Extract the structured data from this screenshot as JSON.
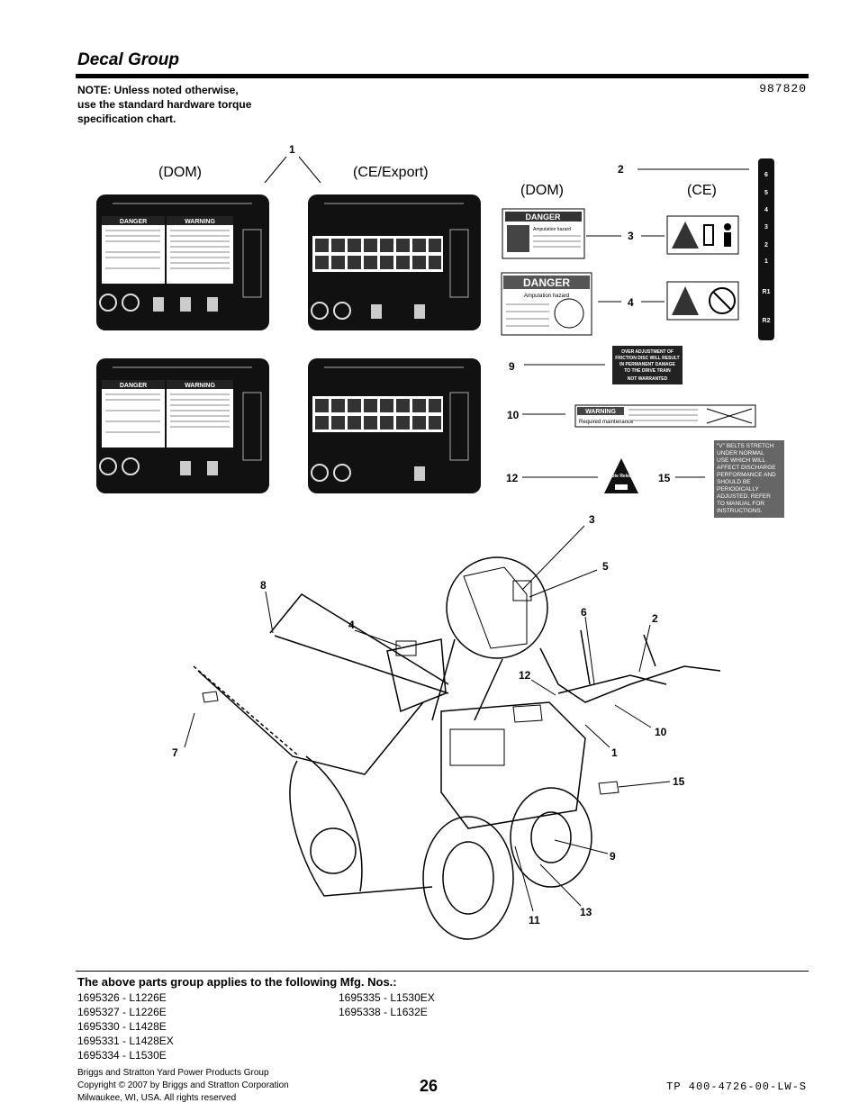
{
  "header": {
    "title": "Decal Group",
    "note_lines": [
      "NOTE: Unless noted otherwise,",
      "use the standard hardware torque",
      "specification chart."
    ],
    "doc_number": "987820"
  },
  "diagram": {
    "group_labels": {
      "dom_top": "(DOM)",
      "ce_export": "(CE/Export)",
      "dom_right": "(DOM)",
      "ce_right": "(CE)"
    },
    "decal_text": {
      "danger": "DANGER",
      "warning": "WARNING",
      "amputation_hazard": "Amputation hazard",
      "required_maintenance": "Required maintenance",
      "chute_release": "Chute Release",
      "label_9_lines": [
        "OVER ADJUSTMENT OF",
        "FRICTION DISC WILL RESULT",
        "IN PERMANENT DAMAGE",
        "TO THE DRIVE TRAIN",
        "NOT WARRANTED"
      ],
      "label_15_lines": [
        "\"V\" BELTS STRETCH",
        "UNDER NORMAL",
        "USE WHICH WILL",
        "AFFECT DISCHARGE",
        "PERFORMANCE AND",
        "SHOULD BE",
        "PERIODICALLY",
        "ADJUSTED. REFER",
        "TO MANUAL FOR",
        "INSTRUCTIONS."
      ],
      "speed_labels": [
        "6",
        "5",
        "4",
        "3",
        "2",
        "1",
        "R1",
        "R2"
      ]
    },
    "callouts": {
      "c1_top": "1",
      "c2_top": "2",
      "c3_top": "3",
      "c4_top": "4",
      "c9": "9",
      "c10": "10",
      "c12": "12",
      "c15": "15",
      "m3": "3",
      "m5": "5",
      "m8": "8",
      "m4": "4",
      "m6": "6",
      "m2": "2",
      "m12": "12",
      "m10": "10",
      "m7": "7",
      "m1": "1",
      "m15": "15",
      "m9": "9",
      "m13": "13",
      "m11": "11"
    }
  },
  "applies": {
    "heading": "The above parts group applies to the following Mfg. Nos.:",
    "col1": [
      "1695326 - L1226E",
      "1695327 - L1226E",
      "1695330 - L1428E",
      "1695331 - L1428EX",
      "1695334 - L1530E"
    ],
    "col2": [
      "1695335 - L1530EX",
      "1695338 - L1632E"
    ]
  },
  "footer": {
    "lines": [
      "Briggs and Stratton Yard Power Products Group",
      "Copyright ©  2007 by Briggs and Stratton Corporation",
      "Milwaukee, WI, USA. All rights reserved"
    ],
    "page_number": "26",
    "tp_number": "TP 400-4726-00-LW-S"
  }
}
